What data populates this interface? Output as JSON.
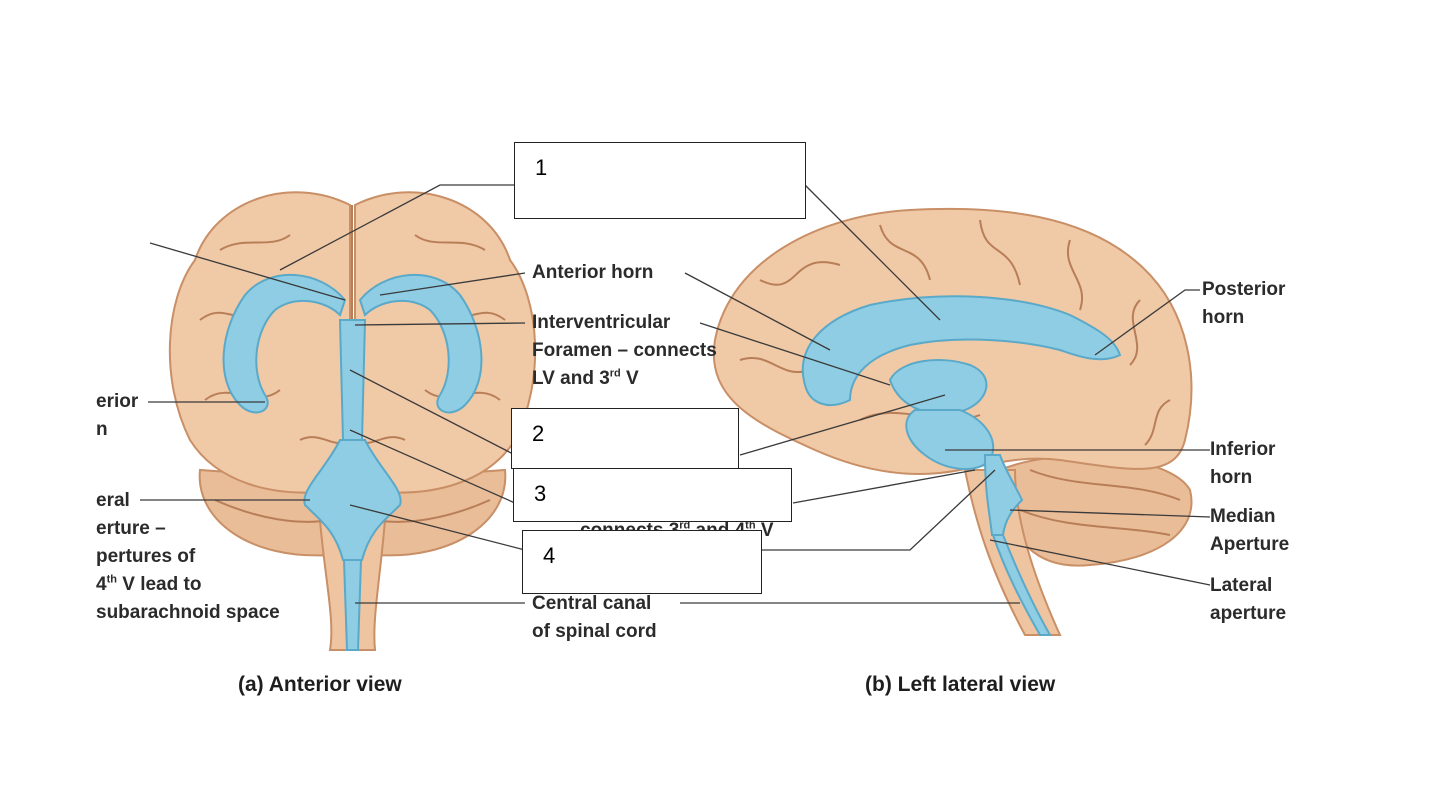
{
  "labels": {
    "anterior_horn": "Anterior horn",
    "interventricular": [
      "Interventricular",
      "Foramen – connects",
      "LV and 3"
    ],
    "interventricular_sup": "rd",
    "interventricular_tail": " V",
    "inferior_horn_left": [
      "erior",
      "n"
    ],
    "lateral_aperture_left": [
      "eral",
      "erture –",
      "pertures of",
      "4"
    ],
    "lateral_aperture_left_sup": "th",
    "lateral_aperture_left_tail": " V lead to",
    "subarachnoid": "subarachnoid space",
    "connects_3_4": "connects 3",
    "connects_3_4_sup": "rd",
    "connects_3_4_mid": " and 4",
    "connects_3_4_sup2": "th",
    "connects_3_4_tail": " V",
    "central_canal": [
      "Central canal",
      "of spinal cord"
    ],
    "posterior_horn": [
      "Posterior",
      "horn"
    ],
    "inferior_horn_right": [
      "Inferior",
      "horn"
    ],
    "median_aperture": [
      "Median",
      "Aperture"
    ],
    "lateral_aperture_right": [
      "Lateral",
      "aperture"
    ]
  },
  "captions": {
    "anterior_view": "(a) Anterior view",
    "lateral_view": "(b) Left lateral view"
  },
  "answer_boxes": [
    "1",
    "2",
    "3",
    "4"
  ],
  "colors": {
    "brain": "#f0c9a6",
    "brain_edge": "#c98f66",
    "sulcus": "#b87e58",
    "ventricle": "#8fcde4",
    "ventricle_edge": "#5aa9c9",
    "leader_line": "#3a3a3a"
  }
}
